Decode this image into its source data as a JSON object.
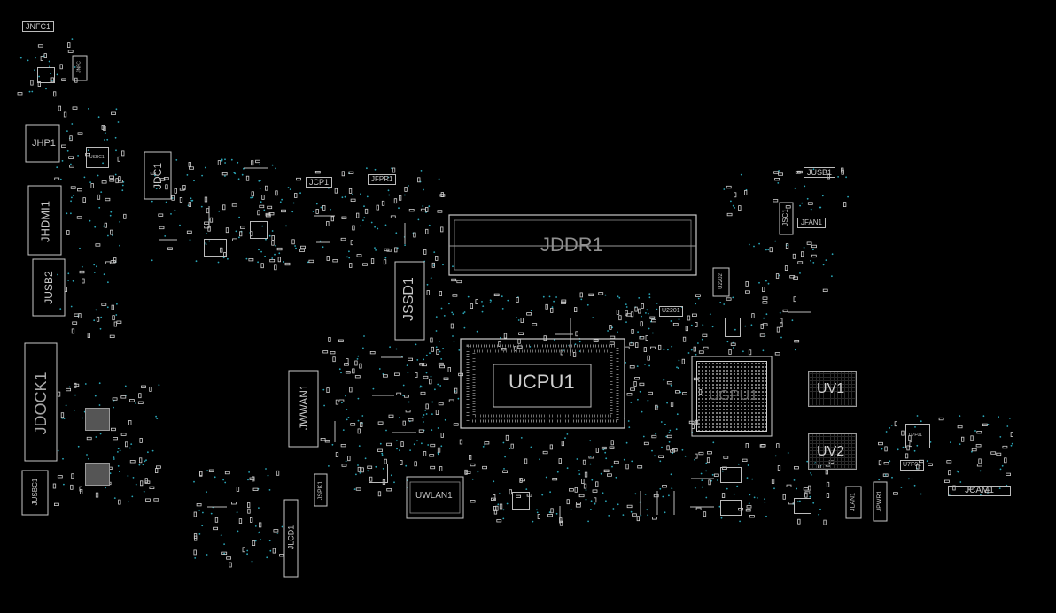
{
  "labels": {
    "jnfc1": "JNFC1",
    "jhp1": "JHP1",
    "jdc1": "JDC1",
    "jhdmi1": "JHDMI1",
    "jusb2": "JUSB2",
    "jdock1": "JDOCK1",
    "jusbc1": "JUSBC1",
    "jcp1": "JCP1",
    "jfpr1": "JFPR1",
    "jddr1": "JDDR1",
    "jssd1": "JSSD1",
    "jwwan1": "JWWAN1",
    "ucpu1": "UCPU1",
    "ugpu1": "UGPU1",
    "uwlan1": "UWLAN1",
    "jlcd1": "JLCD1",
    "jspk1": "JSPK1",
    "jusb1": "JUSB1",
    "jsc1": "JSC1",
    "jfan1": "JFAN1",
    "uv1": "UV1",
    "uv2": "UV2",
    "u2201": "U2201",
    "u2202": "U2202",
    "u7f01": "U7F01",
    "u7f01b": "U7F01",
    "jcam1": "JCAM1",
    "jlan1": "JLAN1",
    "jpwr1": "JPWR1",
    "usbc1": "USBC1",
    "jnfc_small": "JNFC"
  },
  "colors": {
    "background": "#000000",
    "outline": "#bcbcbc",
    "via": "#2aa6b8",
    "chip_fill": "#6e6e6e"
  }
}
